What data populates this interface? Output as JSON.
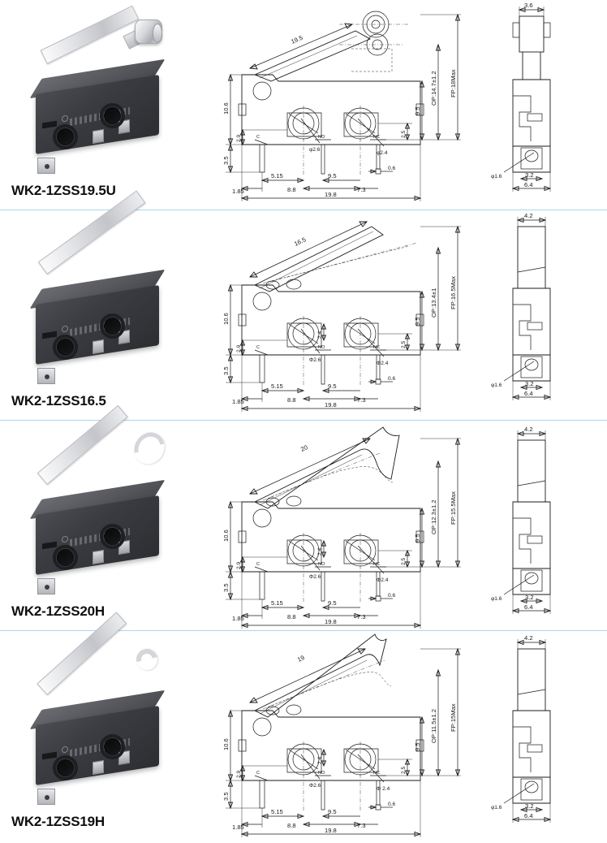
{
  "document": {
    "type": "micro-switch-datasheet",
    "separator_color": "#a8d8ef",
    "background_color": "#ffffff"
  },
  "common_dimensions": {
    "body_height": "10.6",
    "terminal_height": "3.5",
    "offset_2_9": "2.9",
    "offset_2_5": "2.5",
    "offset_left": "1.85",
    "hole_pitch_a": "5.15",
    "hole_pitch_b": "8.8",
    "hole_pitch_c": "9.5",
    "hole_pitch_d": "7.3",
    "overall_length": "19.8",
    "plunger_height": "9.5",
    "terminal_thickness": "0.6",
    "hole_dia_large": "φ2.6",
    "hole_dia_small": "φ2.4",
    "hole_offset_2_4": "2.4",
    "terminal_c": "C",
    "terminal_no": "NO",
    "terminal_nc": "NC",
    "side_dia": "φ1.6",
    "side_inner_width": "3.2",
    "side_outer_width": "6.4"
  },
  "rows": [
    {
      "model": "WK2-1ZSS19.5U",
      "lever_type": "roller-lever",
      "lever_length": "19.5",
      "op": "OP:14.7±1.2",
      "fp": "FP:18Max",
      "side_top_width": "3.6",
      "has_hole_offset_label": false
    },
    {
      "model": "WK2-1ZSS16.5",
      "lever_type": "straight-lever",
      "lever_length": "16.5",
      "op": "OP:13.4±1",
      "fp": "FP:16.5Max",
      "side_top_width": "4.2",
      "has_hole_offset_label": true
    },
    {
      "model": "WK2-1ZSS20H",
      "lever_type": "hooked-lever-large",
      "lever_length": "20",
      "op": "OP:12.3±1.2",
      "fp": "FP:15.5Max",
      "side_top_width": "4.2",
      "has_hole_offset_label": true
    },
    {
      "model": "WK2-1ZSS19H",
      "lever_type": "hooked-lever-small",
      "lever_length": "19",
      "op": "OP:11.5±1.2",
      "fp": "FP:15Max",
      "side_top_width": "4.2",
      "has_hole_offset_label": true
    }
  ]
}
